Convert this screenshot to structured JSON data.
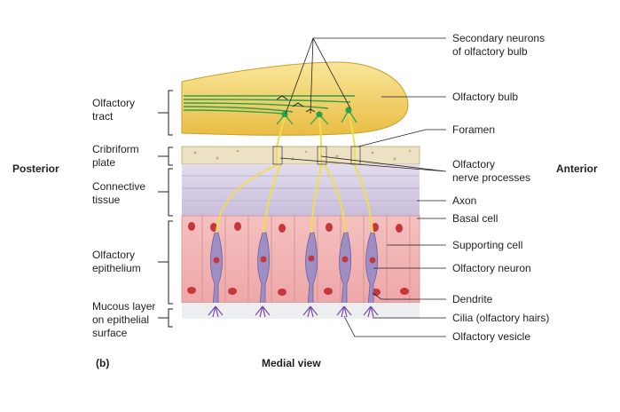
{
  "orientation": {
    "posterior": "Posterior",
    "anterior": "Anterior"
  },
  "left_labels": {
    "olfactory_tract": "Olfactory\ntract",
    "cribriform_plate": "Cribriform\nplate",
    "connective_tissue": "Connective\ntissue",
    "olfactory_epithelium": "Olfactory\nepithelium",
    "mucous_layer": "Mucous layer\non epithelial\nsurface"
  },
  "right_labels": {
    "secondary_neurons": "Secondary neurons\nof olfactory bulb",
    "olfactory_bulb": "Olfactory bulb",
    "foramen": "Foramen",
    "nerve_processes": "Olfactory\nnerve processes",
    "axon": "Axon",
    "basal_cell": "Basal cell",
    "supporting_cell": "Supporting cell",
    "olfactory_neuron": "Olfactory neuron",
    "dendrite": "Dendrite",
    "cilia": "Cilia (olfactory hairs)",
    "vesicle": "Olfactory vesicle"
  },
  "caption": {
    "part": "(b)",
    "view": "Medial view"
  },
  "colors": {
    "bulb": "#f6d66a",
    "bone": "#ece1c2",
    "connective": "#d8cfe3",
    "epithelium": "#f1b2b3",
    "neuron": "#8f7fb8",
    "nucleus": "#c7363c",
    "axon": "#f0de4a",
    "tract": "#2ca14c",
    "leader": "#231f20"
  }
}
